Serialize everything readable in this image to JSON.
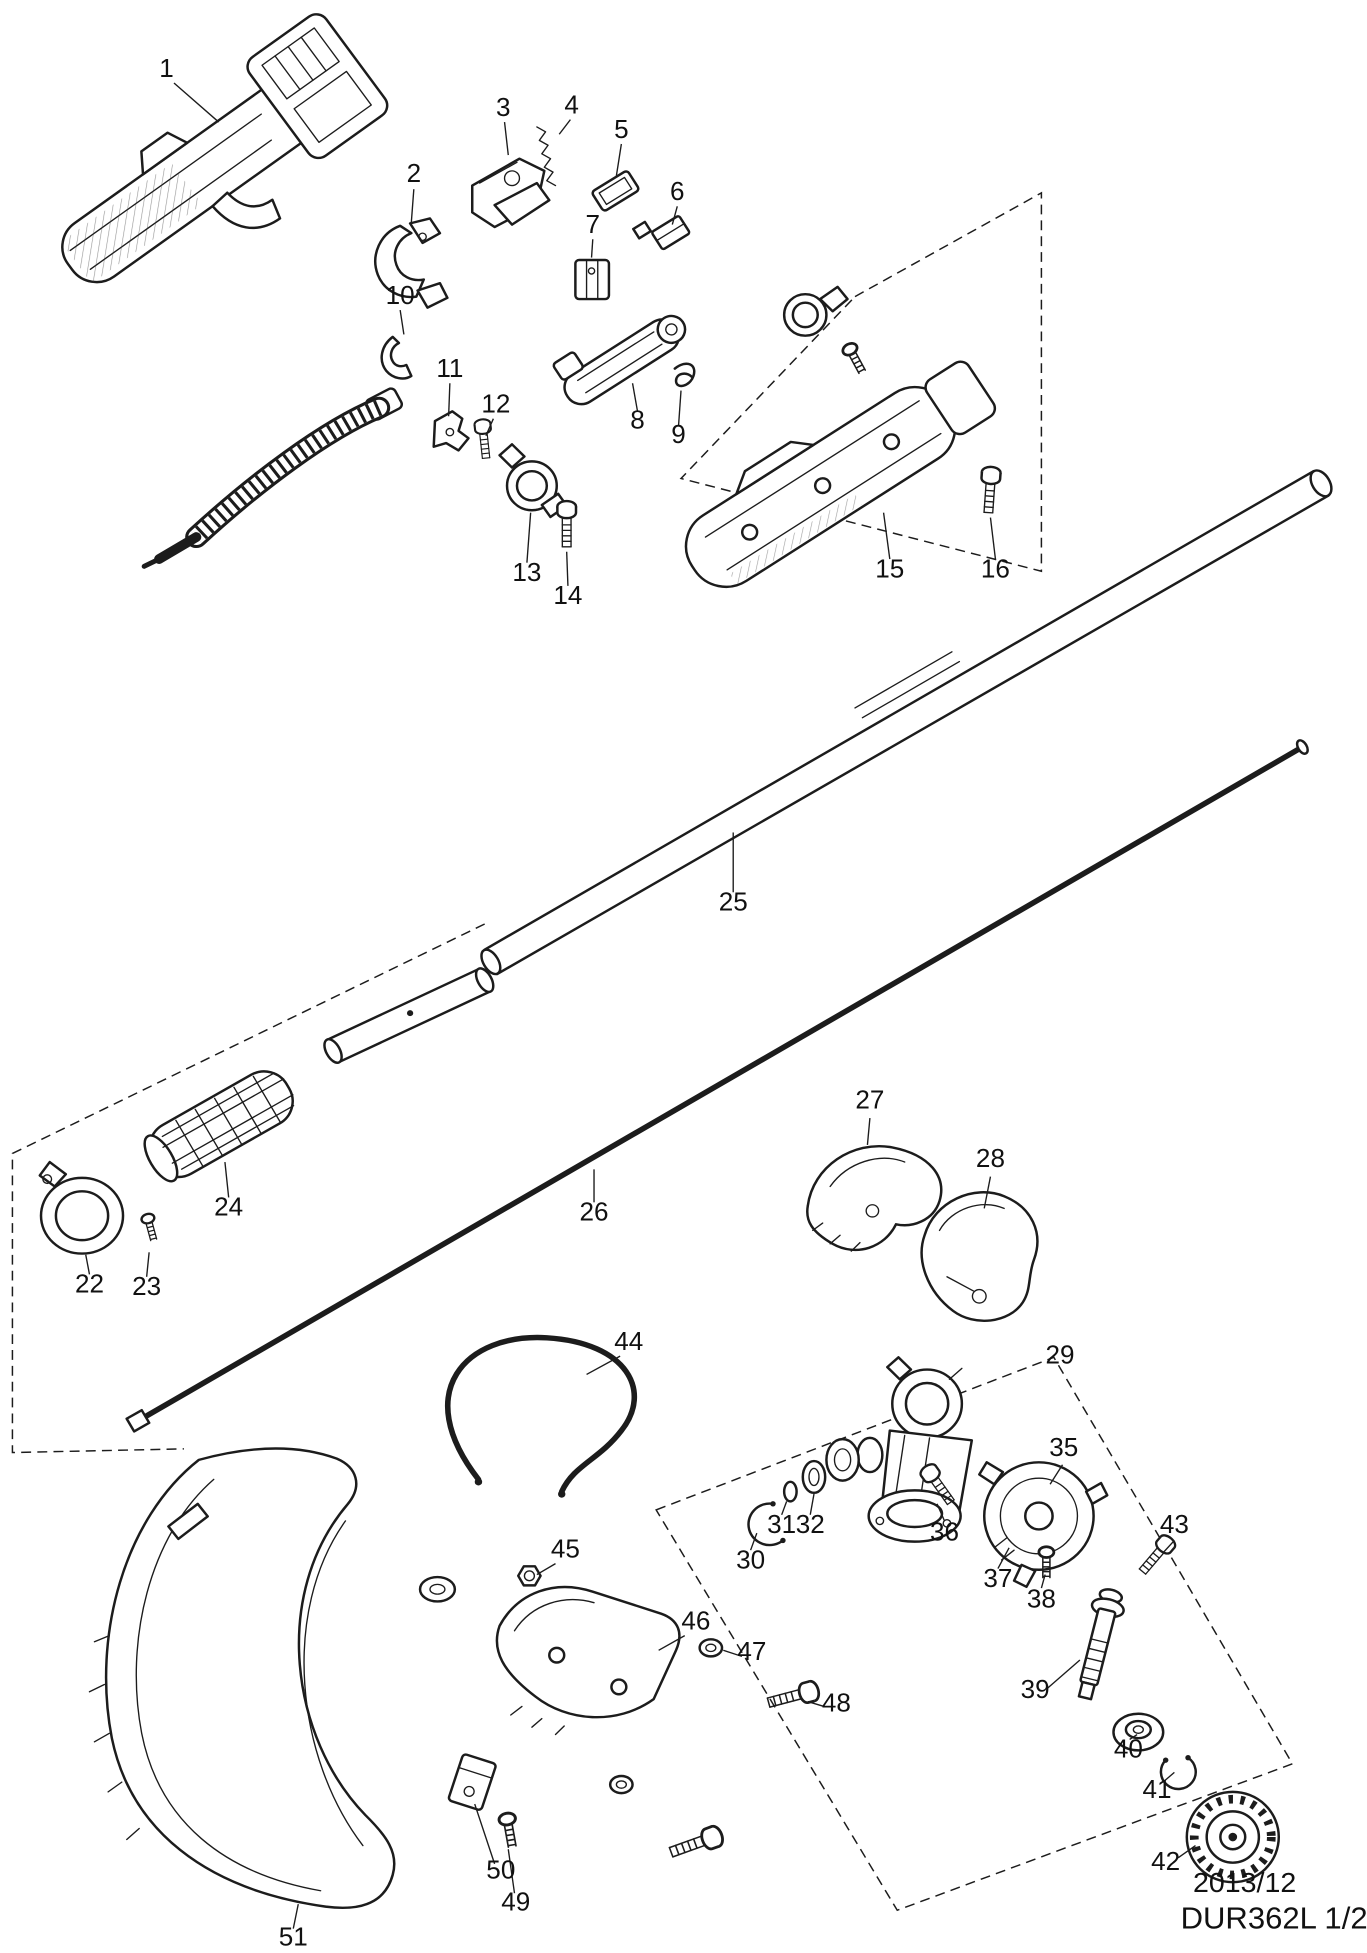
{
  "diagram": {
    "footer": {
      "date": "2013/12",
      "model": "DUR362L 1/2"
    },
    "callouts": [
      "1",
      "2",
      "3",
      "4",
      "5",
      "6",
      "7",
      "8",
      "9",
      "10",
      "11",
      "12",
      "13",
      "14",
      "15",
      "16",
      "22",
      "23",
      "24",
      "25",
      "26",
      "27",
      "28",
      "29",
      "30",
      "31",
      "32",
      "35",
      "36",
      "37",
      "38",
      "39",
      "40",
      "41",
      "42",
      "43",
      "44",
      "45",
      "46",
      "47",
      "48",
      "49",
      "50",
      "51"
    ]
  }
}
